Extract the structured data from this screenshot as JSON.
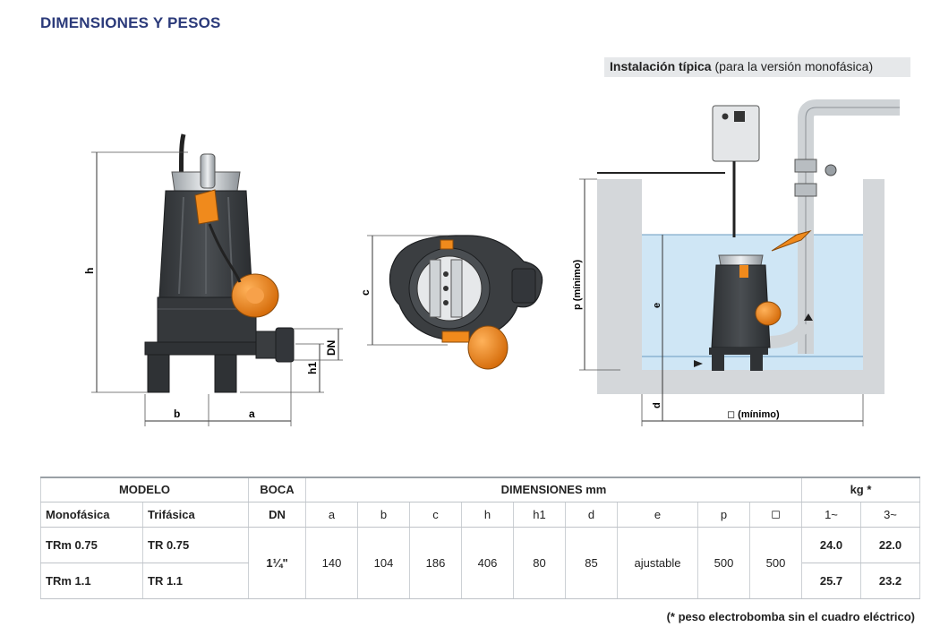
{
  "section_title": "DIMENSIONES Y PESOS",
  "installation": {
    "caption_bold": "Instalación típica",
    "caption_rest": "(para la versión monofásica)"
  },
  "dimension_labels": {
    "h": "h",
    "a": "a",
    "b": "b",
    "h1": "h1",
    "dn": "DN",
    "c": "c",
    "p": "p  (mínimo)",
    "e": "e",
    "d": "d",
    "square": "◻ (mínimo)"
  },
  "colors": {
    "title": "#2b3a7a",
    "pump_body": "#3c4043",
    "float": "#f08a1c",
    "water": "#cfe6f5"
  },
  "table": {
    "headers": {
      "modelo": "MODELO",
      "boca": "BOCA",
      "dimensiones": "DIMENSIONES mm",
      "kg": "kg *",
      "monofasica": "Monofásica",
      "trifasica": "Trifásica",
      "dn": "DN",
      "a": "a",
      "b": "b",
      "c": "c",
      "h": "h",
      "h1": "h1",
      "d": "d",
      "e": "e",
      "p": "p",
      "square": "◻",
      "kg1": "1~",
      "kg3": "3~"
    },
    "rows": [
      {
        "mono": "TRm 0.75",
        "tri": "TR 0.75",
        "kg1": "24.0",
        "kg3": "22.0"
      },
      {
        "mono": "TRm 1.1",
        "tri": "TR 1.1",
        "kg1": "25.7",
        "kg3": "23.2"
      }
    ],
    "shared": {
      "dn": "1¼\"",
      "a": "140",
      "b": "104",
      "c": "186",
      "h": "406",
      "h1": "80",
      "d": "85",
      "e": "ajustable",
      "p": "500",
      "square": "500"
    }
  },
  "footnote": "(* peso electrobomba sin el cuadro eléctrico)"
}
